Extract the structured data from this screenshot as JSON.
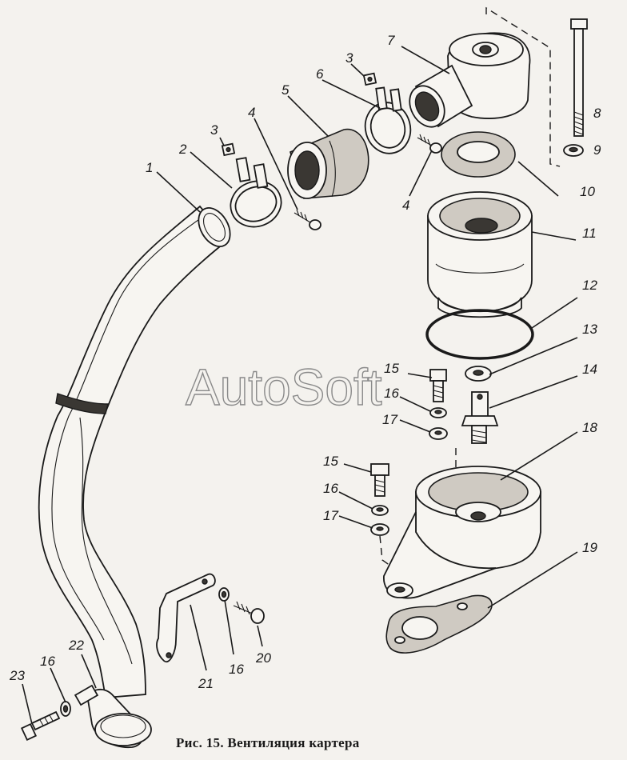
{
  "caption": "Рис. 15. Вентиляция картера",
  "watermark": "AutoSoft",
  "callouts": [
    "1",
    "2",
    "3",
    "3",
    "4",
    "4",
    "5",
    "6",
    "7",
    "8",
    "9",
    "10",
    "11",
    "12",
    "13",
    "14",
    "15",
    "15",
    "16",
    "16",
    "16",
    "16",
    "17",
    "17",
    "18",
    "19",
    "20",
    "21",
    "22",
    "23"
  ],
  "colors": {
    "ink": "#1a1a1a",
    "paper": "#f4f2ee",
    "watermark": "#8a8a8a"
  }
}
